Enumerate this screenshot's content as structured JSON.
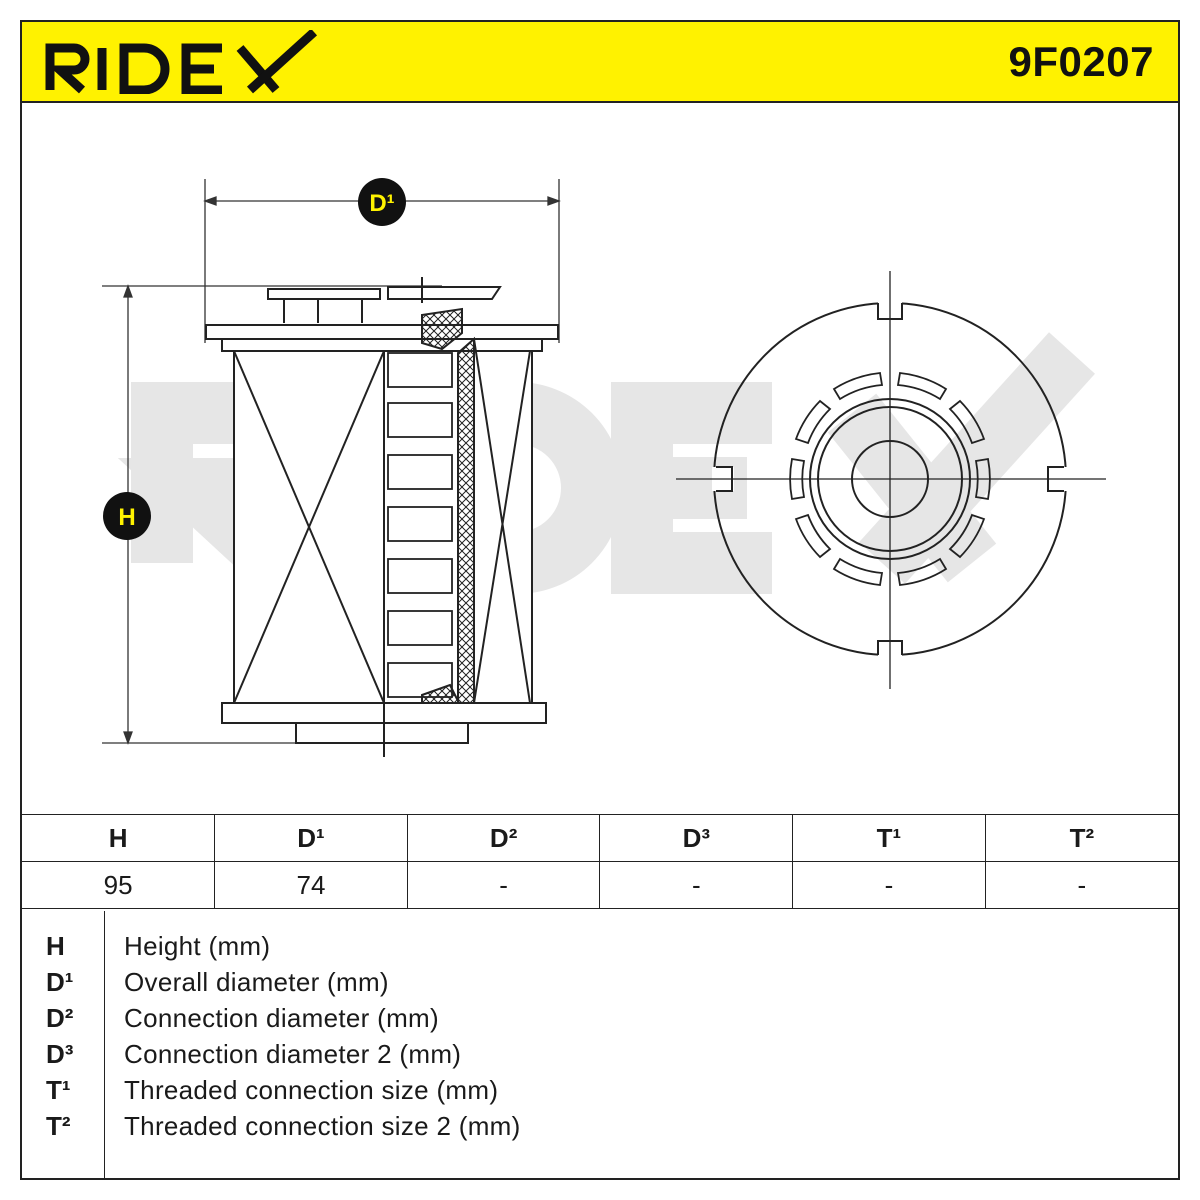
{
  "brand": {
    "logo_text": "RIDEX",
    "part_number": "9F0207",
    "accent_color": "#fff200",
    "watermark_text": "RIDEX"
  },
  "dimension_markers": {
    "height_marker": "H",
    "diameter_marker": "D¹"
  },
  "spec_table": {
    "headers": [
      "H",
      "D¹",
      "D²",
      "D³",
      "T¹",
      "T²"
    ],
    "values": [
      "95",
      "74",
      "-",
      "-",
      "-",
      "-"
    ]
  },
  "legend": [
    {
      "code": "H",
      "text": "Height (mm)"
    },
    {
      "code": "D¹",
      "text": "Overall diameter (mm)"
    },
    {
      "code": "D²",
      "text": "Connection diameter (mm)"
    },
    {
      "code": "D³",
      "text": "Connection diameter 2 (mm)"
    },
    {
      "code": "T¹",
      "text": "Threaded connection size (mm)"
    },
    {
      "code": "T²",
      "text": "Threaded connection size 2 (mm)"
    }
  ]
}
